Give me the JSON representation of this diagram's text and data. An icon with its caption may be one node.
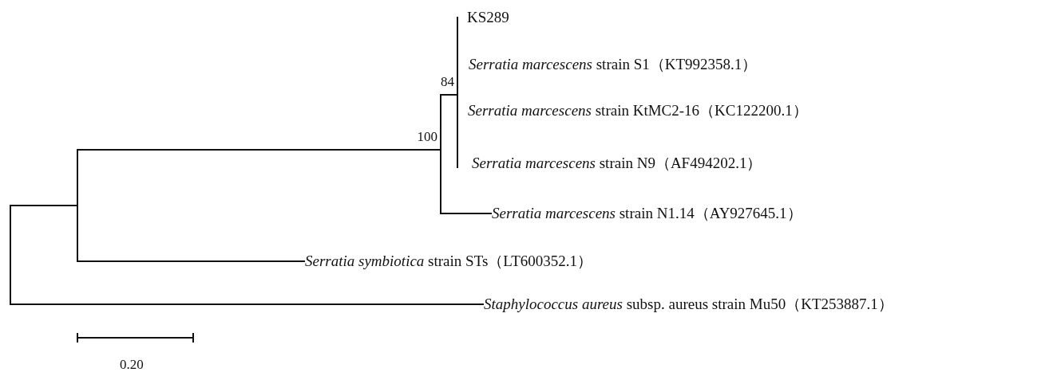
{
  "diagram": {
    "nodes": [
      {
        "text": [],
        "shape": "bar"
      },
      {
        "text": [],
        "shape": "bar"
      },
      {
        "text": [],
        "shape": "bar",
        "beside": [
          "100"
        ]
      },
      {
        "text": [],
        "shape": "bar",
        "beside": [
          "84"
        ]
      },
      {
        "text": [
          "KS289"
        ]
      },
      {
        "text": [
          "*Serratia marcescens* strain S1（KT992358.1）"
        ]
      },
      {
        "text": [
          "*Serratia marcescens* strain KtMC2-16（KC122200.1）"
        ]
      },
      {
        "text": [
          "*Serratia marcescens* strain N9（AF494202.1）"
        ]
      },
      {
        "text": [
          "*Serratia marcescens* strain N1.14（AY927645.1）"
        ]
      },
      {
        "text": [
          "*Serratia symbiotica* strain STs（LT600352.1）"
        ]
      },
      {
        "text": [
          "*Staphylococcus aureus* subsp. aureus strain Mu50（KT253887.1）"
        ]
      }
    ],
    "edges": [
      {
        "from": 0,
        "to": 1,
        "arrow": "none"
      },
      {
        "from": 0,
        "to": 10,
        "arrow": "none"
      },
      {
        "from": 1,
        "to": 2,
        "arrow": "none"
      },
      {
        "from": 1,
        "to": 9,
        "arrow": "none"
      },
      {
        "from": 2,
        "to": 3,
        "arrow": "none"
      },
      {
        "from": 2,
        "to": 8,
        "arrow": "none"
      }
    ],
    "labels": [
      "0.20"
    ]
  }
}
